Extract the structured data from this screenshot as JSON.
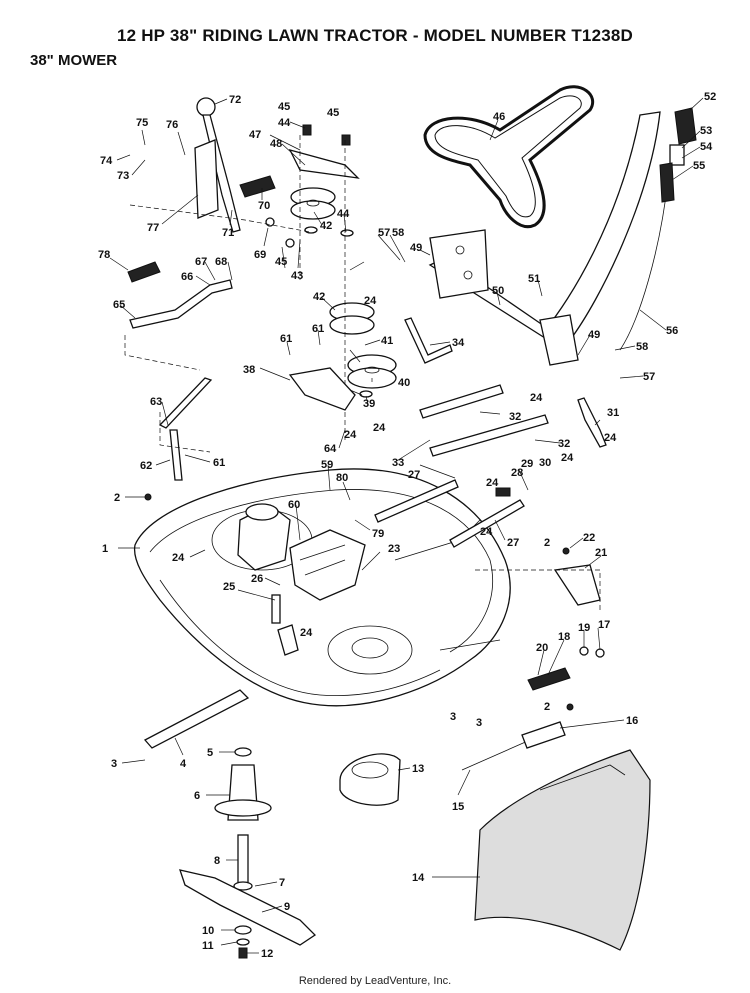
{
  "title": "12 HP 38\" RIDING LAWN TRACTOR - MODEL NUMBER T1238D",
  "subtitle": "38\" MOWER",
  "footer": "Rendered by LeadVenture, Inc.",
  "callouts": [
    {
      "label": "1"
    },
    {
      "label": "2"
    },
    {
      "label": "2"
    },
    {
      "label": "2"
    },
    {
      "label": "2"
    },
    {
      "label": "3"
    },
    {
      "label": "3"
    },
    {
      "label": "3"
    },
    {
      "label": "4"
    },
    {
      "label": "5"
    },
    {
      "label": "6"
    },
    {
      "label": "7"
    },
    {
      "label": "8"
    },
    {
      "label": "9"
    },
    {
      "label": "10"
    },
    {
      "label": "11"
    },
    {
      "label": "12"
    },
    {
      "label": "13"
    },
    {
      "label": "14"
    },
    {
      "label": "15"
    },
    {
      "label": "16"
    },
    {
      "label": "17"
    },
    {
      "label": "18"
    },
    {
      "label": "19"
    },
    {
      "label": "20"
    },
    {
      "label": "21"
    },
    {
      "label": "22"
    },
    {
      "label": "23"
    },
    {
      "label": "24"
    },
    {
      "label": "24"
    },
    {
      "label": "24"
    },
    {
      "label": "24"
    },
    {
      "label": "24"
    },
    {
      "label": "24"
    },
    {
      "label": "24"
    },
    {
      "label": "24"
    },
    {
      "label": "24"
    },
    {
      "label": "24"
    },
    {
      "label": "24"
    },
    {
      "label": "25"
    },
    {
      "label": "26"
    },
    {
      "label": "27"
    },
    {
      "label": "27"
    },
    {
      "label": "28"
    },
    {
      "label": "29"
    },
    {
      "label": "30"
    },
    {
      "label": "31"
    },
    {
      "label": "32"
    },
    {
      "label": "32"
    },
    {
      "label": "33"
    },
    {
      "label": "34"
    },
    {
      "label": "38"
    },
    {
      "label": "39"
    },
    {
      "label": "40"
    },
    {
      "label": "41"
    },
    {
      "label": "42"
    },
    {
      "label": "42"
    },
    {
      "label": "43"
    },
    {
      "label": "44"
    },
    {
      "label": "44"
    },
    {
      "label": "45"
    },
    {
      "label": "45"
    },
    {
      "label": "45"
    },
    {
      "label": "46"
    },
    {
      "label": "47"
    },
    {
      "label": "48"
    },
    {
      "label": "49"
    },
    {
      "label": "49"
    },
    {
      "label": "50"
    },
    {
      "label": "51"
    },
    {
      "label": "52"
    },
    {
      "label": "53"
    },
    {
      "label": "54"
    },
    {
      "label": "55"
    },
    {
      "label": "56"
    },
    {
      "label": "57"
    },
    {
      "label": "57"
    },
    {
      "label": "58"
    },
    {
      "label": "58"
    },
    {
      "label": "59"
    },
    {
      "label": "60"
    },
    {
      "label": "61"
    },
    {
      "label": "61"
    },
    {
      "label": "61"
    },
    {
      "label": "62"
    },
    {
      "label": "63"
    },
    {
      "label": "64"
    },
    {
      "label": "65"
    },
    {
      "label": "66"
    },
    {
      "label": "67"
    },
    {
      "label": "68"
    },
    {
      "label": "69"
    },
    {
      "label": "70"
    },
    {
      "label": "71"
    },
    {
      "label": "72"
    },
    {
      "label": "73"
    },
    {
      "label": "74"
    },
    {
      "label": "75"
    },
    {
      "label": "76"
    },
    {
      "label": "77"
    },
    {
      "label": "78"
    },
    {
      "label": "79"
    },
    {
      "label": "80"
    }
  ]
}
